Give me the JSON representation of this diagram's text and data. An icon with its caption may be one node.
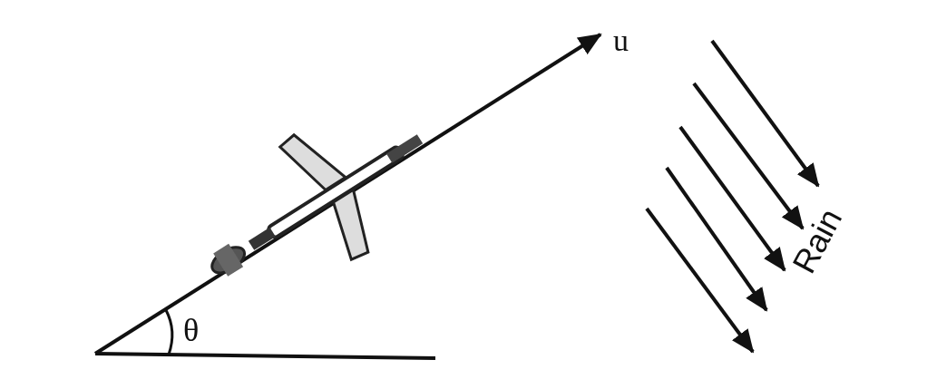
{
  "diagram": {
    "labels": [
      "u",
      "θ",
      "Rain"
    ]
  }
}
